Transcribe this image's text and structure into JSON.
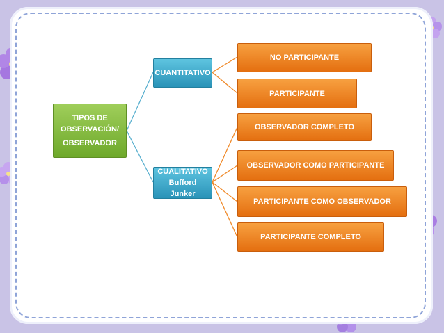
{
  "diagram": {
    "root": {
      "lines": [
        "TIPOS DE",
        "OBSERVACIÓN/",
        "OBSERVADOR"
      ]
    },
    "branches": [
      {
        "lines": [
          "CUANTITATIVO"
        ],
        "leaves": [
          "NO PARTICIPANTE",
          "PARTICIPANTE"
        ]
      },
      {
        "lines": [
          "CUALITATIVO",
          "Bufford Junker"
        ],
        "leaves": [
          "OBSERVADOR COMPLETO",
          "OBSERVADOR COMO PARTICIPANTE",
          "PARTICIPANTE COMO OBSERVADOR",
          "PARTICIPANTE COMPLETO"
        ]
      }
    ]
  },
  "colors": {
    "root": "#7ab533",
    "branch": "#3aa6c8",
    "leaf": "#ee8020",
    "connector": "#5ab0cf",
    "connector_leaf": "#f08a2a"
  }
}
